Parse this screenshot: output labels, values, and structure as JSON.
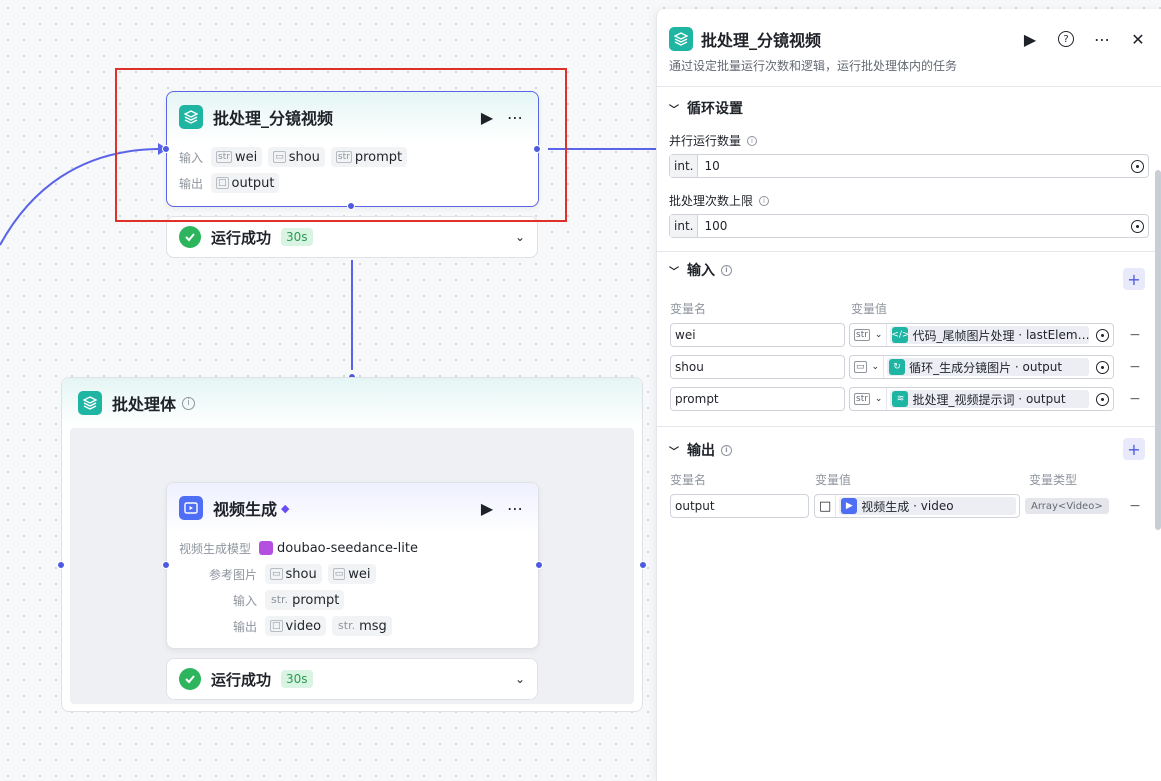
{
  "batch_node": {
    "title": "批处理_分镜视频",
    "input_label": "输入",
    "output_label": "输出",
    "inputs": [
      {
        "type": "str",
        "name": "wei"
      },
      {
        "type": "img",
        "name": "shou"
      },
      {
        "type": "str",
        "name": "prompt"
      }
    ],
    "outputs": [
      {
        "type": "arr",
        "name": "output"
      }
    ],
    "status": "运行成功",
    "time": "30s"
  },
  "batch_body": {
    "title": "批处理体"
  },
  "video_node": {
    "title": "视频生成",
    "model_label": "视频生成模型",
    "model": "doubao-seedance-lite",
    "ref_label": "参考图片",
    "refs": [
      "shou",
      "wei"
    ],
    "input_label": "输入",
    "input_type": "str.",
    "input_name": "prompt",
    "output_label": "输出",
    "outputs": [
      {
        "type": "folder",
        "name": "video"
      },
      {
        "type": "str.",
        "name": "msg"
      }
    ],
    "status": "运行成功",
    "time": "30s"
  },
  "panel": {
    "title": "批处理_分镜视频",
    "description": "通过设定批量运行次数和逻辑，运行批处理体内的任务",
    "loop_section": "循环设置",
    "parallel_label": "并行运行数量",
    "parallel_type": "int.",
    "parallel_value": "10",
    "max_label": "批处理次数上限",
    "max_type": "int.",
    "max_value": "100",
    "input_section": "输入",
    "input_col_name": "变量名",
    "input_col_value": "变量值",
    "inputs": [
      {
        "name": "wei",
        "type": "str",
        "ref_node": "代码_尾帧图片处理",
        "ref_var": "lastElem…",
        "icon": "code"
      },
      {
        "name": "shou",
        "type": "img",
        "ref_node": "循环_生成分镜图片",
        "ref_var": "output",
        "icon": "loop"
      },
      {
        "name": "prompt",
        "type": "str",
        "ref_node": "批处理_视频提示词",
        "ref_var": "output",
        "icon": "batch"
      }
    ],
    "output_section": "输出",
    "output_col_name": "变量名",
    "output_col_value": "变量值",
    "output_col_type": "变量类型",
    "outputs": [
      {
        "name": "output",
        "ref_node": "视频生成",
        "ref_var": "video",
        "type": "Array<Video>"
      }
    ]
  },
  "colors": {
    "accent": "#4e5bdf",
    "teal": "#1fb5a3",
    "success": "#2db55d",
    "selection": "#e0302a"
  }
}
